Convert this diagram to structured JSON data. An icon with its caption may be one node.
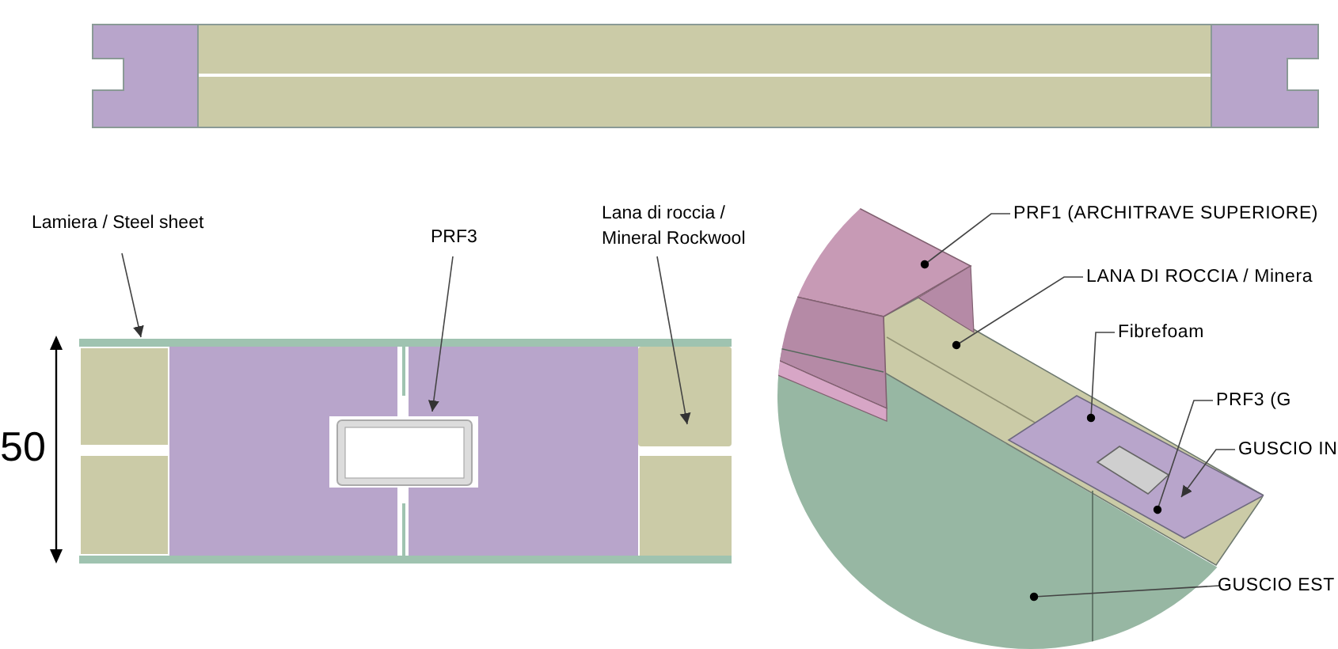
{
  "diagram": {
    "nodes": [
      {
        "text": [
          "Lamiera / Steel sheet"
        ]
      },
      {
        "text": [],
        "shape": "bar"
      },
      {
        "text": [
          "PRF3"
        ]
      },
      {
        "text": [],
        "shape": "box"
      },
      {
        "text": [
          "Lana di roccia / Mineral Rockwool"
        ]
      },
      {
        "text": [],
        "shape": "box"
      },
      {
        "text": [
          "PRF1 (ARCHITRAVE SUPERIORE)"
        ]
      },
      {
        "text": [
          "LANA DI ROCCIA / Minera"
        ]
      },
      {
        "text": [
          "Fibrefoam"
        ]
      },
      {
        "text": [
          "PRF3 (G"
        ]
      },
      {
        "text": [
          "GUSCIO IN"
        ]
      },
      {
        "text": [
          "GUSCIO EST"
        ]
      }
    ],
    "edges": [
      {
        "from": 0,
        "to": 1,
        "arrow": "to"
      },
      {
        "from": 2,
        "to": 3,
        "arrow": "to"
      },
      {
        "from": 4,
        "to": 5,
        "arrow": "to"
      },
      {
        "from": 6,
        "to": null,
        "arrow": "other"
      },
      {
        "from": 7,
        "to": null,
        "arrow": "other"
      },
      {
        "from": 8,
        "to": null,
        "arrow": "other"
      },
      {
        "from": 9,
        "to": null,
        "arrow": "other"
      },
      {
        "from": 10,
        "to": null,
        "arrow": "to"
      },
      {
        "from": 11,
        "to": null,
        "arrow": "other"
      }
    ],
    "labels": [
      "50"
    ]
  }
}
